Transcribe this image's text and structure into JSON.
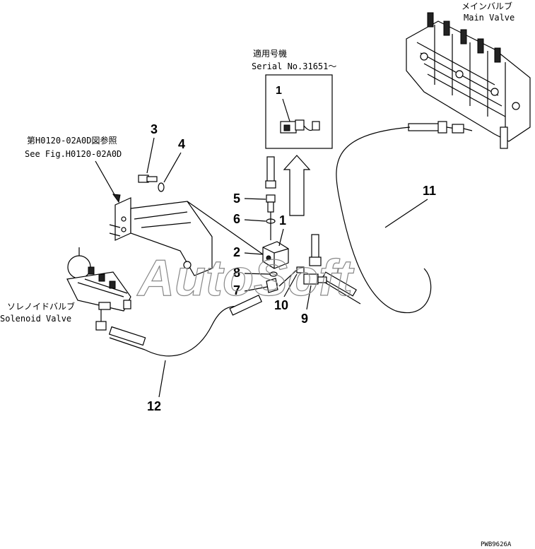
{
  "labels": {
    "main_valve_jp": "メインバルブ",
    "main_valve_en": "Main Valve",
    "serial_jp": "適用号機",
    "serial_en": "Serial No.31651～",
    "see_fig_jp": "第H0120-02A0D図参照",
    "see_fig_en": "See Fig.H0120-02A0D",
    "solenoid_jp": "ソレノイドバルブ",
    "solenoid_en": "Solenoid Valve",
    "figure_code": "PWB9626A",
    "watermark": "AutoSoft"
  },
  "callouts": {
    "inset_1": "1",
    "n1": "1",
    "n2": "2",
    "n3": "3",
    "n4": "4",
    "n5": "5",
    "n6": "6",
    "n7": "7",
    "n8": "8",
    "n9": "9",
    "n10": "10",
    "n11": "11",
    "n12": "12"
  }
}
